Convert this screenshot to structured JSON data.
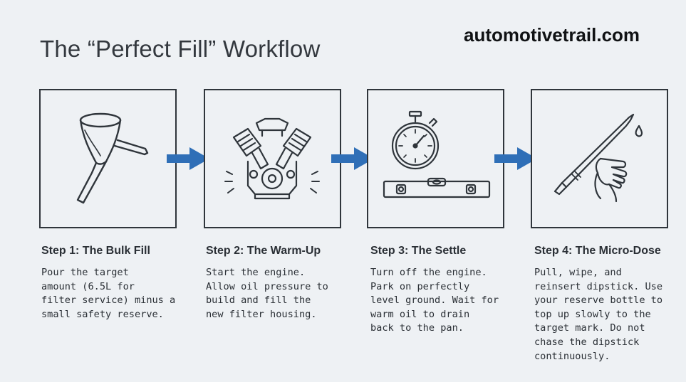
{
  "header": {
    "title": "The “Perfect Fill” Workflow",
    "site": "automotivetrail.com"
  },
  "colors": {
    "background": "#eef1f4",
    "line": "#2f353b",
    "arrow": "#2f6fb7"
  },
  "steps": [
    {
      "icon": "funnel-icon",
      "title": "Step 1: The Bulk Fill",
      "description": "Pour the target\namount (6.5L for\nfilter service) minus a\nsmall safety reserve."
    },
    {
      "icon": "engine-icon",
      "title": "Step 2: The Warm-Up",
      "description": "Start the engine.\nAllow oil pressure to\nbuild and fill the\nnew filter housing."
    },
    {
      "icon": "stopwatch-level-icon",
      "title": "Step 3: The Settle",
      "description": "Turn off the engine.\nPark on perfectly\nlevel ground. Wait for\nwarm oil to drain\nback to the pan."
    },
    {
      "icon": "dipstick-hand-icon",
      "title": "Step 4: The Micro-Dose",
      "description": "Pull, wipe, and\nreinsert dipstick. Use\nyour reserve bottle to\ntop up slowly to the\ntarget mark. Do not\nchase the dipstick\ncontinuously."
    }
  ]
}
